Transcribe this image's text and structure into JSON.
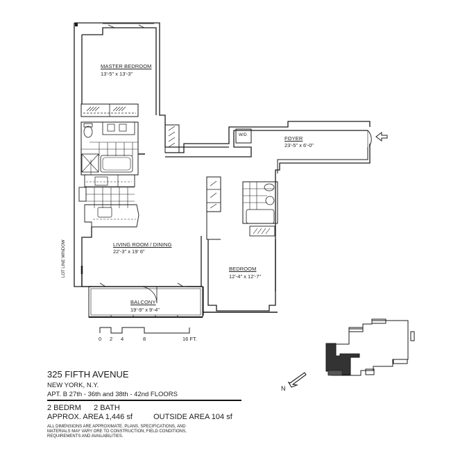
{
  "building": {
    "address": "325 FIFTH AVENUE",
    "city": "NEW YORK,  N.Y.",
    "apartment": "APT. B 27th - 36th and 38th - 42nd FLOORS"
  },
  "summary": {
    "bedrooms": "2 BEDRM",
    "baths": "2 BATH",
    "area": "APPROX.  AREA 1,446 sf",
    "outside_area": "OUTSIDE AREA 104 sf"
  },
  "disclaimer": "All dimensions are approximate. Plans, specifications, and materials may vary ore to construction, field conditions, requirements and availabilities.",
  "rooms": [
    {
      "name": "MASTER BEDROOM",
      "dims": "13'-5\" x 13'-3\""
    },
    {
      "name": "FOYER",
      "dims": "23'-5\" x 6'-0\""
    },
    {
      "name": "LIVING ROOM / DINING",
      "dims": "22'-3\" x 19' 6\""
    },
    {
      "name": "BEDROOM",
      "dims": "12'-4\" x 12'-7\""
    },
    {
      "name": "BALCONY",
      "dims": "19'-9\" x 9'-4\""
    }
  ],
  "fixtures": {
    "washer_dryer": "W/D"
  },
  "side_label": "LOT LINE WINDOW",
  "scale": {
    "ticks": [
      "0",
      "2",
      "4",
      "8",
      "16 FT."
    ]
  },
  "compass": {
    "label": "N"
  },
  "entry_icon": "entry-arrow-icon"
}
